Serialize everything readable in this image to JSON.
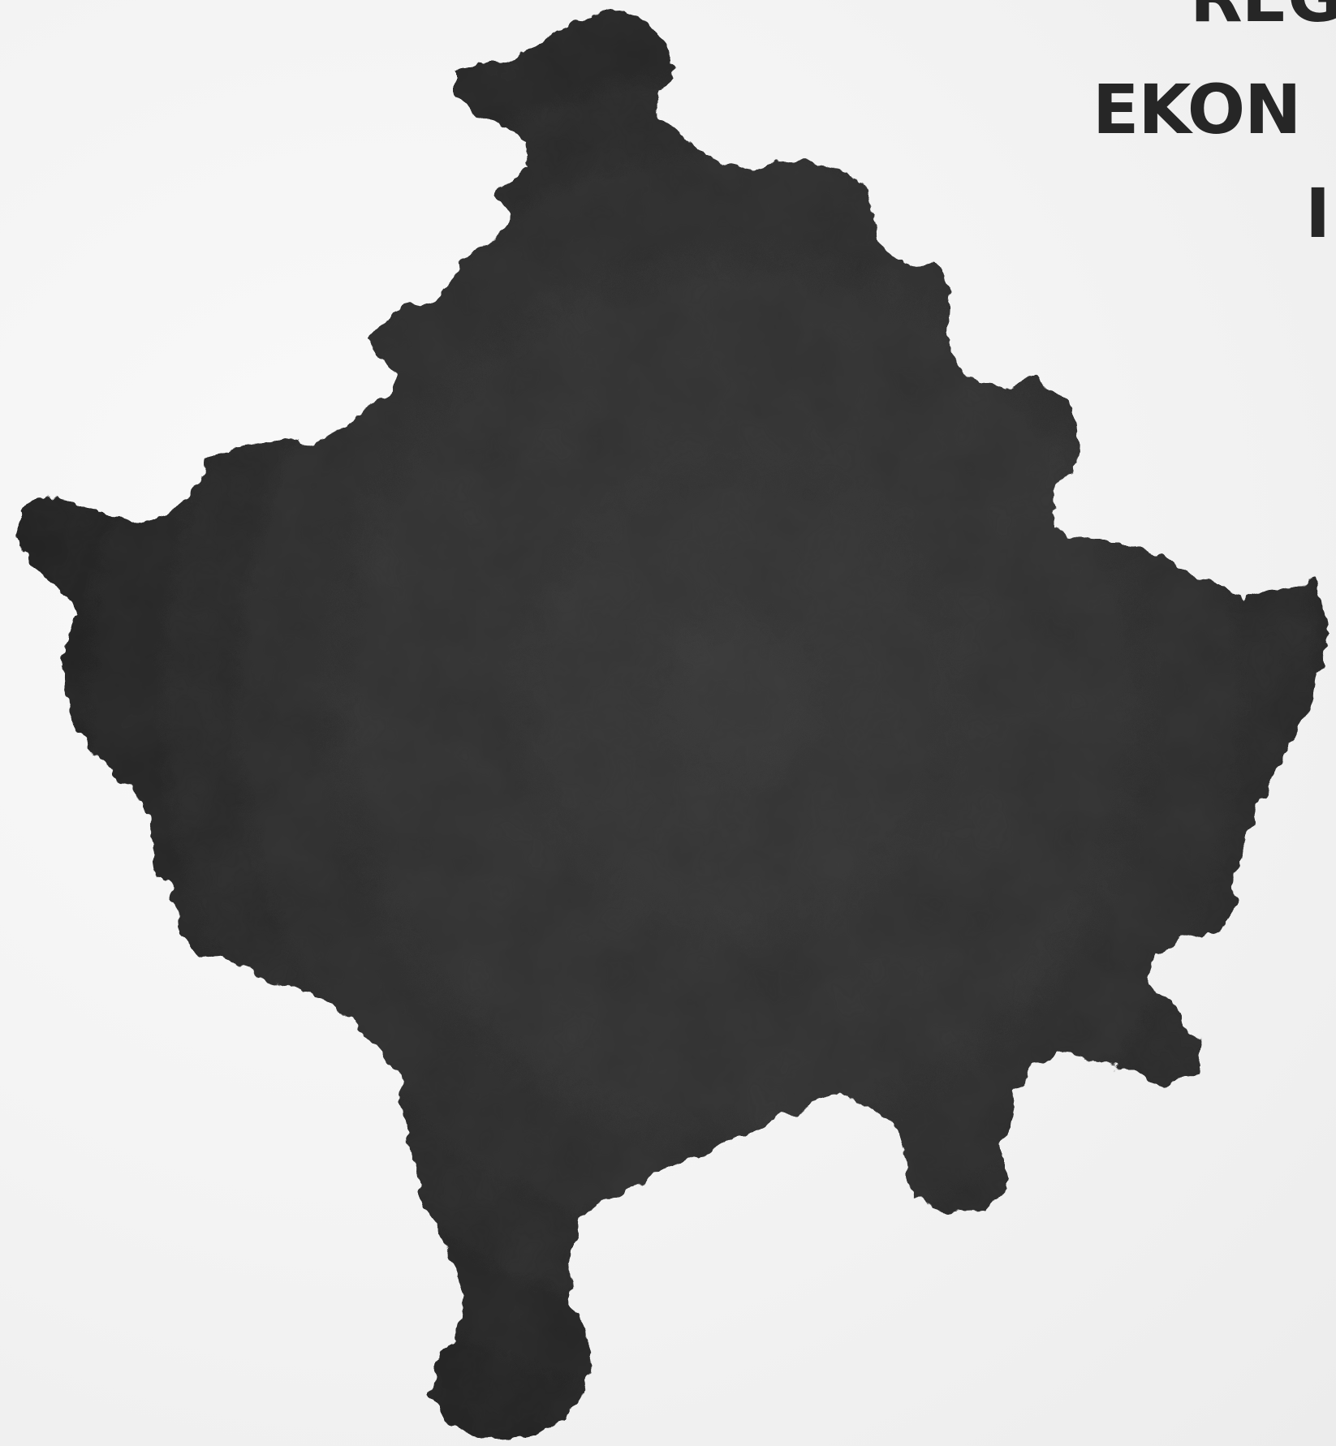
{
  "title": {
    "line1": "REG",
    "line2": "EKON",
    "line3": "I"
  },
  "map": {
    "region_fill": "#2c2c2c",
    "region_shadow": "#1c1c1c",
    "background": "#f3f3f3",
    "title_color": "#262626"
  }
}
